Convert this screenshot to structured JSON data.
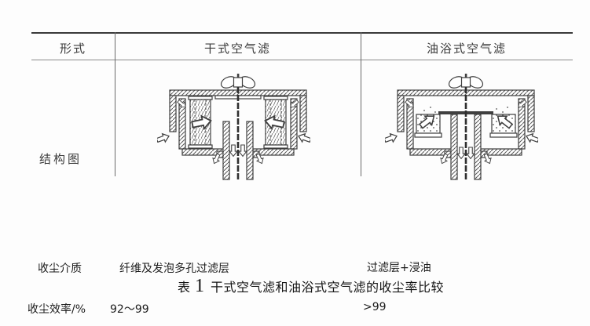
{
  "palette": {
    "background": "#fdfdfd",
    "ink": "#2e2e2e",
    "rule_dark": "#3a3a3a",
    "rule_light": "#8a8a8a",
    "diagram_stroke": "#3f3f3f"
  },
  "table": {
    "header": {
      "col_type": "形式",
      "col_dry": "干式空气滤",
      "col_oil": "油浴式空气滤"
    },
    "structure_row_label": "结构图",
    "medium_row": {
      "label": "收尘介质",
      "dry_value": "纤维及发泡多孔过滤层",
      "oil_value": "过滤层+浸油"
    },
    "efficiency_row": {
      "label": "收尘效率/%",
      "dry_value": "92～99",
      "oil_value": ">99"
    }
  },
  "caption": {
    "prefix": "表",
    "number": "1",
    "rest": "干式空气滤和油浴式空气滤的收尘率比较"
  },
  "icons": {
    "dry_diagram": "dry-air-filter-cross-section",
    "oil_diagram": "oil-bath-air-filter-cross-section"
  }
}
